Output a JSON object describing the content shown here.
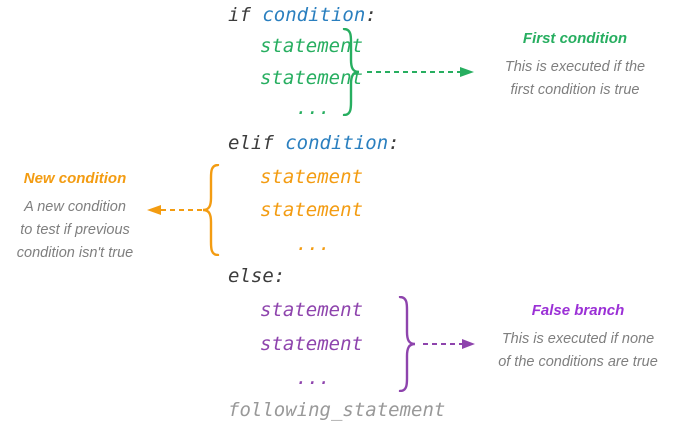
{
  "colors": {
    "keyword_dark": "#3c3c3c",
    "condition_blue": "#2a7fbf",
    "branch_green": "#27ae60",
    "branch_orange": "#f39c12",
    "branch_purple": "#8e44ad",
    "annotation_gray": "#7f7f7f",
    "following_gray": "#999999"
  },
  "code": {
    "if_keyword": "if ",
    "elif_keyword": "elif ",
    "else_keyword": "else",
    "condition": "condition",
    "colon": ":",
    "statement": "statement",
    "ellipsis": "...",
    "following": "following_statement"
  },
  "annotations": {
    "first_condition": {
      "title": "First condition",
      "body": "This is executed if the\nfirst condition is true"
    },
    "new_condition": {
      "title": "New condition",
      "body": "A new condition\nto test if previous\ncondition isn't true"
    },
    "false_branch": {
      "title": "False branch",
      "body": "This is executed if none\nof the conditions are true"
    }
  }
}
